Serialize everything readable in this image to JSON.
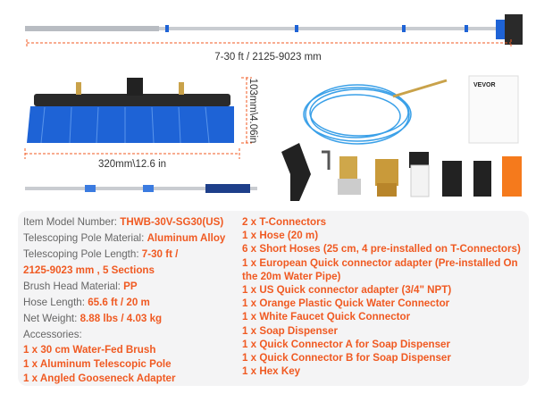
{
  "colors": {
    "accent": "#f05a22",
    "label": "#666666",
    "brush": "#1e63d6",
    "hose": "#3aa0e8"
  },
  "dimensions": {
    "pole_length": "7-30 ft / 2125-9023 mm",
    "brush_width": "320mm\\12.6 in",
    "brush_height": "103mm\\4.06in"
  },
  "manual": {
    "brand": "VEVOR"
  },
  "specs": [
    {
      "label": "Item Model Number: ",
      "value": "THWB-30V-SG30(US)"
    },
    {
      "label": "Telescoping Pole Material: ",
      "value": "Aluminum Alloy"
    },
    {
      "label": "Telescoping Pole Length: ",
      "value": "7-30 ft /"
    },
    {
      "label": "",
      "value": "2125-9023 mm , 5 Sections"
    },
    {
      "label": "Brush Head Material: ",
      "value": "PP"
    },
    {
      "label": "Hose Length:  ",
      "value": "65.6 ft / 20 m"
    },
    {
      "label": "Net Weight: ",
      "value": "8.88 lbs / 4.03 kg"
    },
    {
      "label": "Accessories:",
      "value": ""
    }
  ],
  "accessories_left": [
    "1 x 30 cm Water-Fed Brush",
    "1 x Aluminum Telescopic Pole",
    "1 x Angled Gooseneck Adapter"
  ],
  "accessories_right": [
    "2 x T-Connectors",
    "1 x Hose (20 m)",
    "6 x Short Hoses (25 cm, 4 pre-installed on T-Connectors)",
    "1 x European Quick connector adapter (Pre-installed On",
    "the 20m Water Pipe)",
    "1 x US Quick connector adapter  (3/4\" NPT)",
    "1 x Orange Plastic Quick Water Connector",
    "1 x White Faucet Quick Connector",
    "1 x Soap Dispenser",
    "1 x Quick Connector A for Soap Dispenser",
    "1 x Quick Connector B for Soap Dispenser",
    "1 x Hex Key"
  ]
}
